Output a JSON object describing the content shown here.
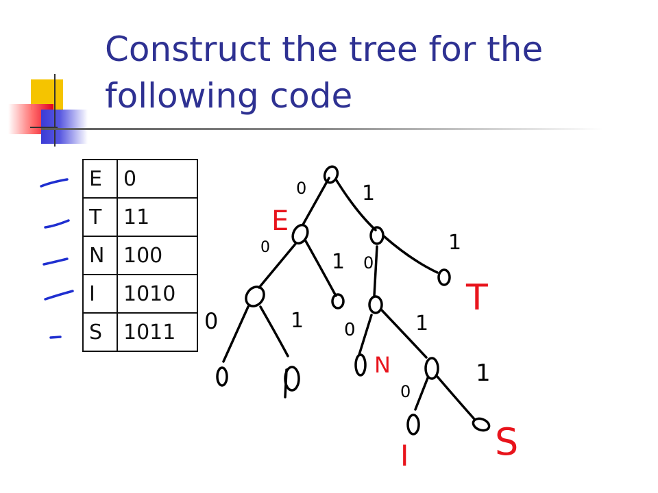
{
  "slide": {
    "title_line1": "Construct the tree for the",
    "title_line2": "following code"
  },
  "code_table": {
    "rows": [
      {
        "symbol": "E",
        "code": "0"
      },
      {
        "symbol": "T",
        "code": "11"
      },
      {
        "symbol": "N",
        "code": "100"
      },
      {
        "symbol": "I",
        "code": "1010"
      },
      {
        "symbol": "S",
        "code": "1011"
      }
    ]
  },
  "handwritten_tree": {
    "edge_labels": [
      "0",
      "1",
      "0",
      "1",
      "0",
      "1",
      "0",
      "1",
      "0",
      "1",
      "0",
      "1"
    ],
    "leaf_labels": [
      "E",
      "T",
      "N",
      "I",
      "S"
    ]
  },
  "colors": {
    "title": "#2e3192",
    "ink": "#000000",
    "red_ink": "#e8141c",
    "blue_ink": "#1f2fd0"
  }
}
